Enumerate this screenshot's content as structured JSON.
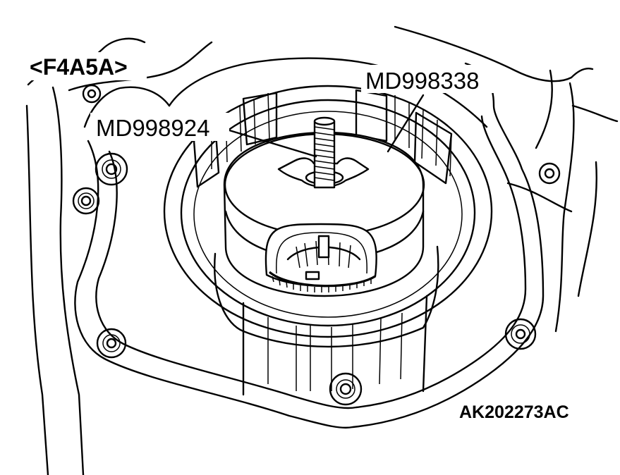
{
  "labels": {
    "variant": "<F4A5A>",
    "tool_left": "MD998924",
    "tool_right": "MD998338",
    "figure_id": "AK202273AC"
  }
}
